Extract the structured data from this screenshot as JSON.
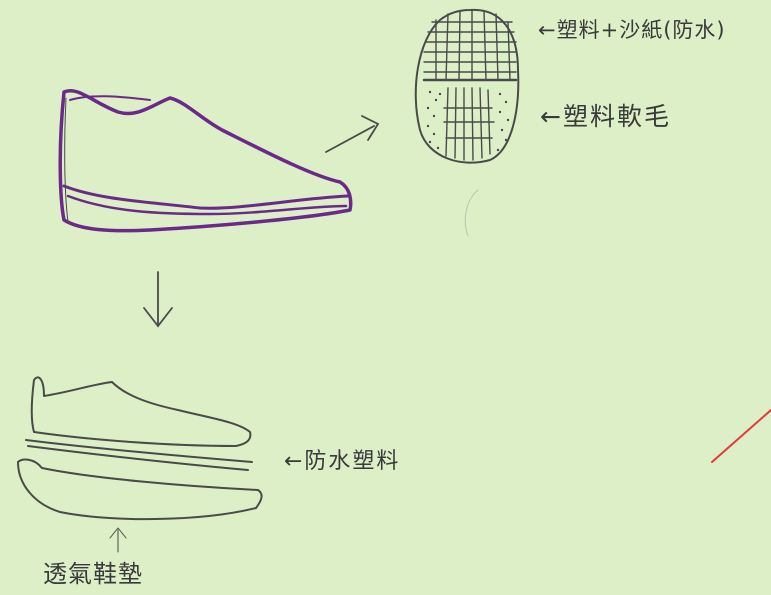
{
  "labels": {
    "plastic_sandpaper": "←塑料+沙紙(防水)",
    "plastic_brush": "←塑料軟毛",
    "waterproof_plastic": "←防水塑料",
    "breathable_insole": "透氣鞋墊"
  },
  "colors": {
    "paper": "#dcefc7",
    "pencil": "#4a4a4a",
    "purple_outline": "#6a2a8a",
    "red_mark": "#e23a3a"
  }
}
